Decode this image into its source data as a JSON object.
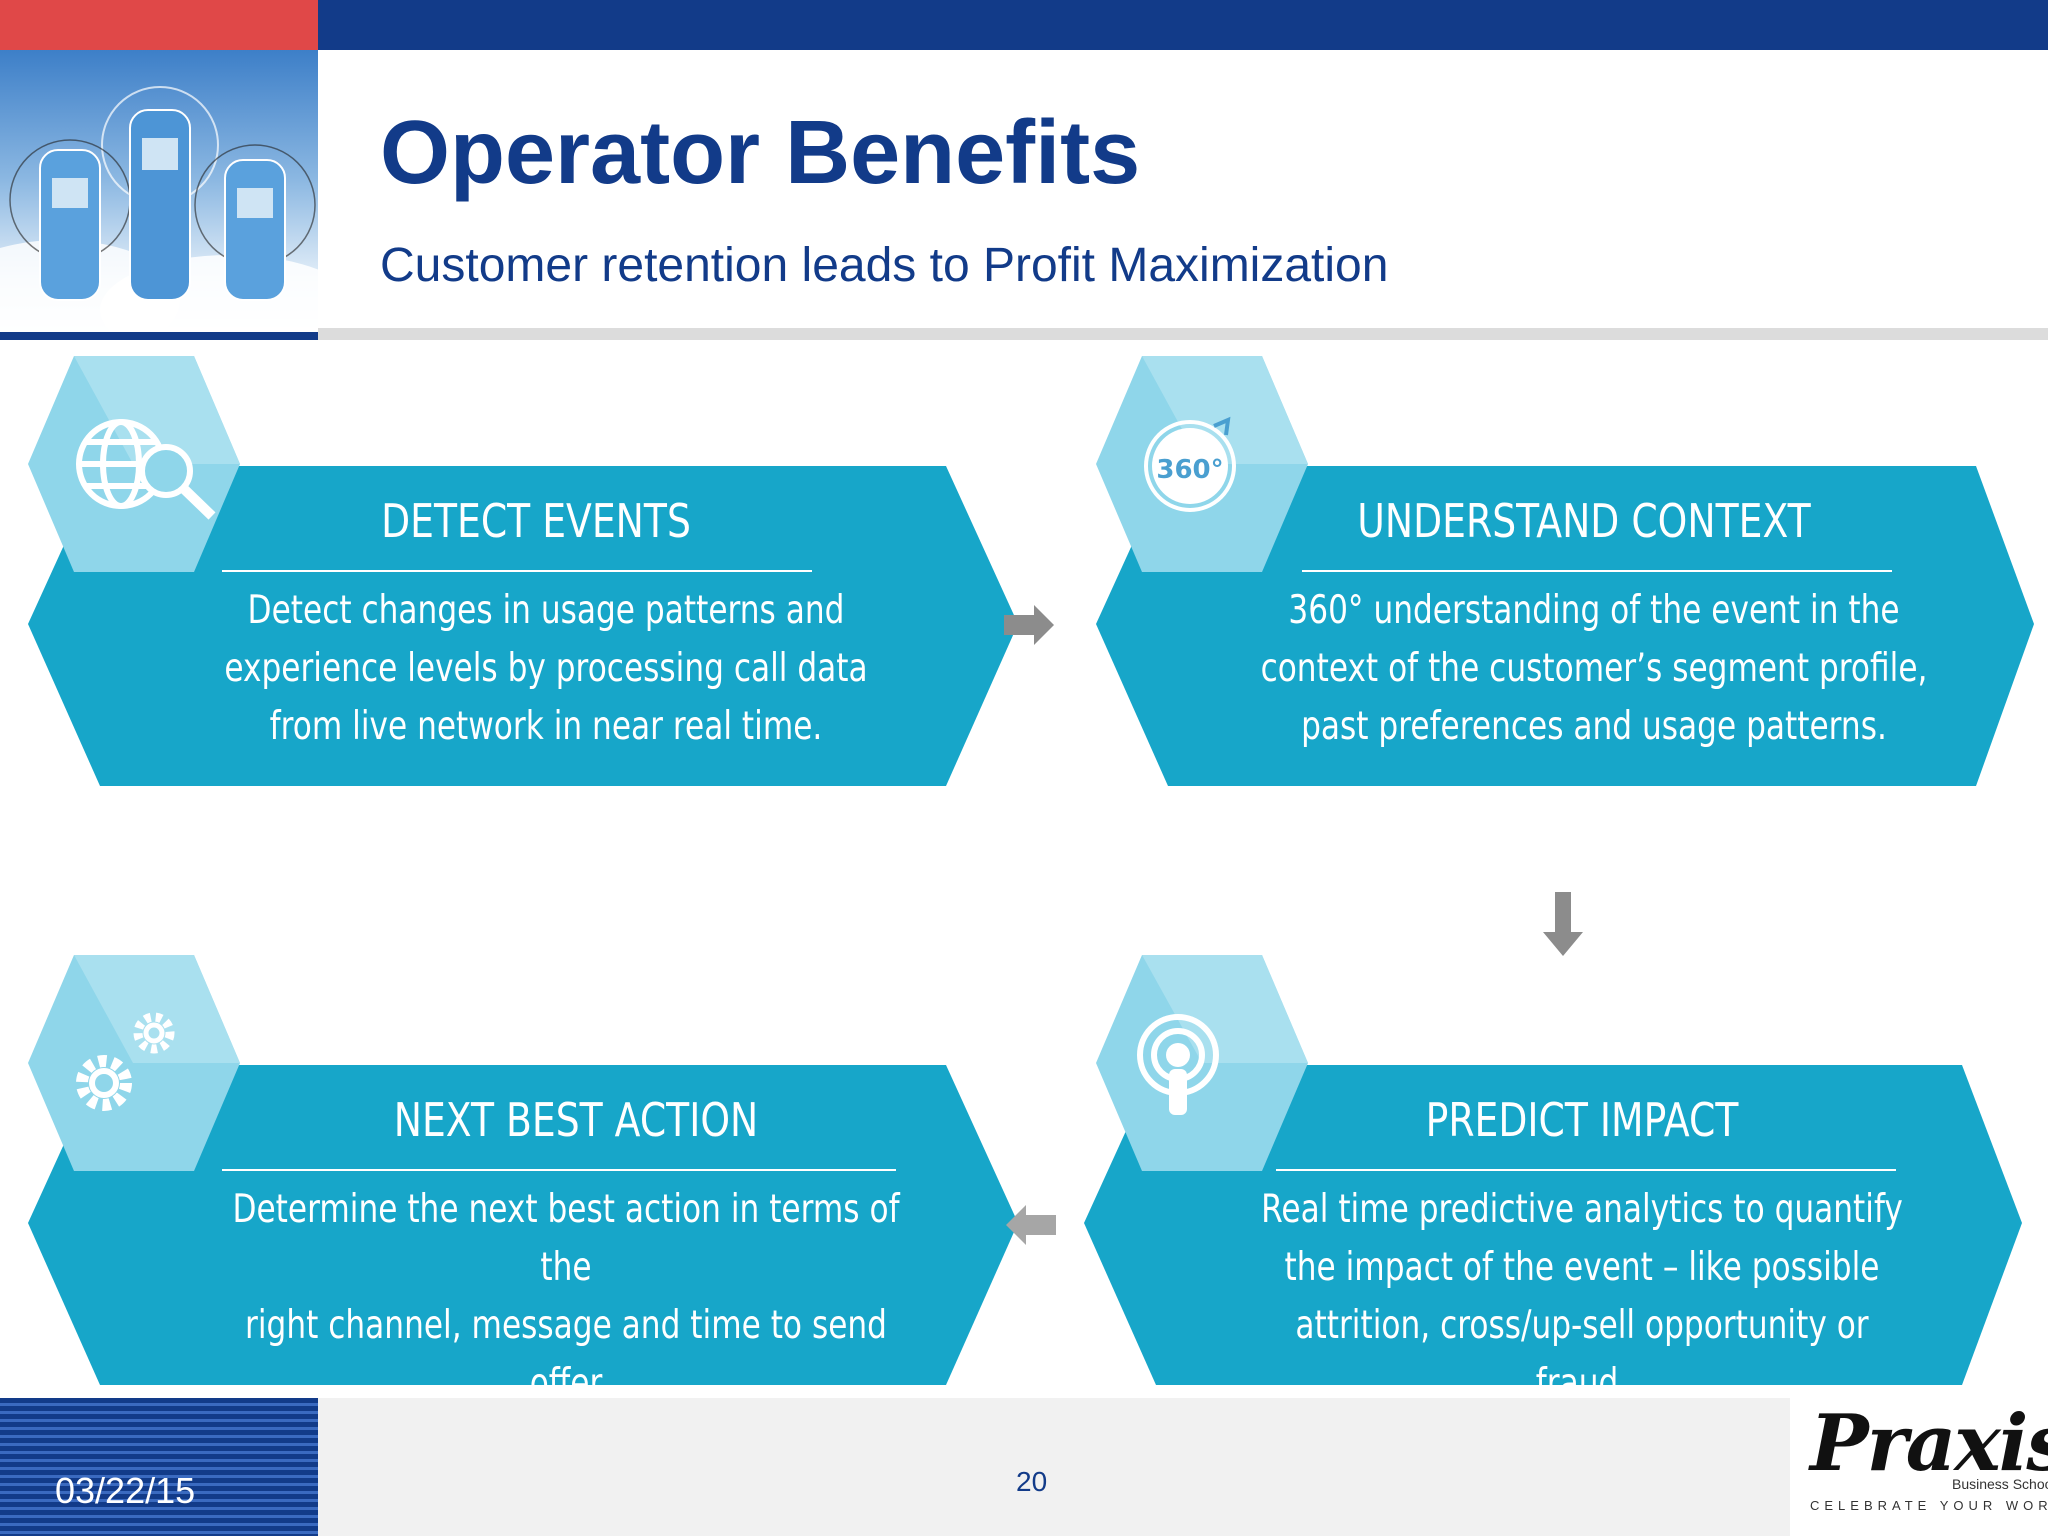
{
  "header": {
    "title": "Operator Benefits",
    "subtitle": "Customer retention leads to Profit Maximization"
  },
  "steps": [
    {
      "title": "DETECT EVENTS",
      "description": "Detect changes in usage patterns and\nexperience levels by processing call data\nfrom live network in near real time.",
      "icon": "globe-search-icon"
    },
    {
      "title": "UNDERSTAND CONTEXT",
      "description": "360° understanding of the event in the\ncontext of the customer’s segment profile,\npast preferences and usage patterns.",
      "icon": "360-view-icon",
      "icon_text": "360°"
    },
    {
      "title": "PREDICT IMPACT",
      "description": "Real time predictive analytics to quantify\nthe impact of the event – like possible\nattrition, cross/up-sell opportunity or fraud.",
      "icon": "broadcast-person-icon"
    },
    {
      "title": "NEXT BEST ACTION",
      "description": "Determine the next best action in terms of the\nright channel, message and time to send offer\nand communication. Implement the action.",
      "icon": "gears-icon"
    }
  ],
  "colors": {
    "brand_blue": "#123b89",
    "accent_red": "#e04848",
    "step_fill": "#17a6c9",
    "icon_hex": "#8fd6ea",
    "arrow_gray": "#8c8c8c"
  },
  "footer": {
    "date": "03/22/15",
    "page": "20",
    "logo": {
      "name": "Praxis",
      "sub": "Business School",
      "tagline": "CELEBRATE YOUR WORTH"
    }
  }
}
